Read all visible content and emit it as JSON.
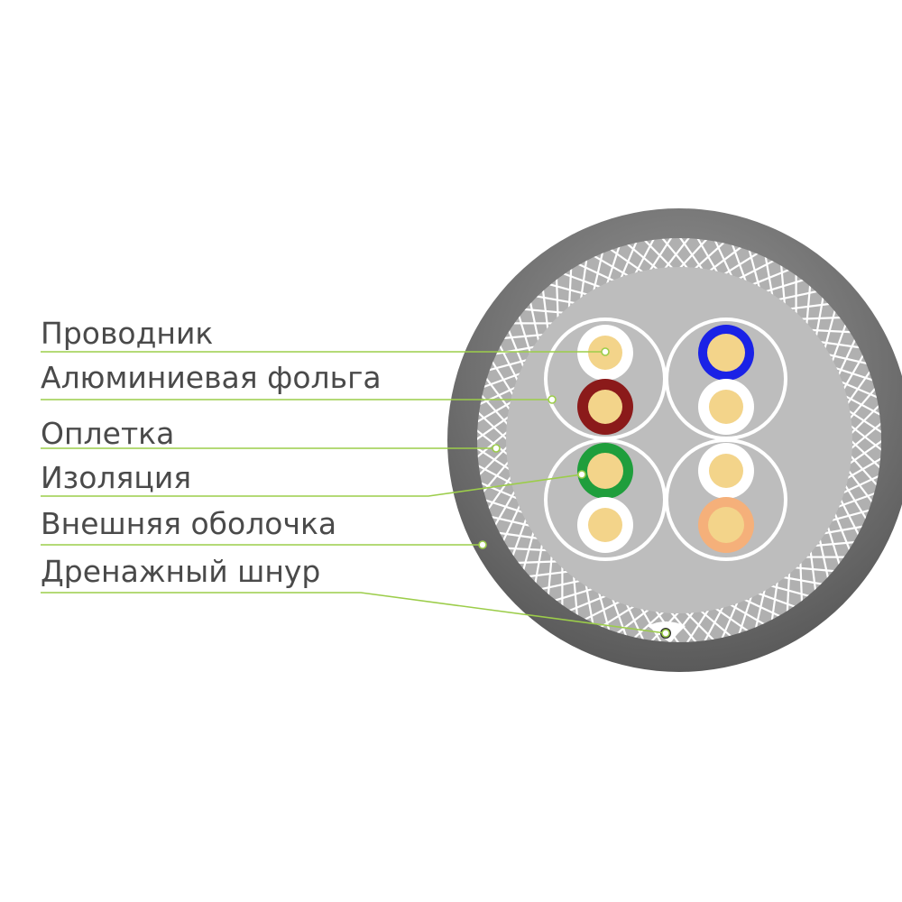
{
  "labels": {
    "conductor": "Проводник",
    "foil": "Алюминиевая фольга",
    "braid": "Оплетка",
    "insulation": "Изоляция",
    "jacket": "Внешняя оболочка",
    "drain": "Дренажный шнур"
  },
  "colors": {
    "jacket": "#6f6f6f",
    "braid_bg": "#b3b3b3",
    "braid_strand": "#ffffff",
    "core_fill": "#bdbdbd",
    "pair_ring": "#ffffff",
    "conductor": "#f3d48a",
    "leader": "#9ccd4a",
    "text": "#4a4a4a",
    "insulation_white": "#ffffff",
    "insulation_brown": "#8b1a1a",
    "insulation_blue": "#1a22e6",
    "insulation_green": "#1f9e3c",
    "insulation_orange": "#f5b07a"
  }
}
